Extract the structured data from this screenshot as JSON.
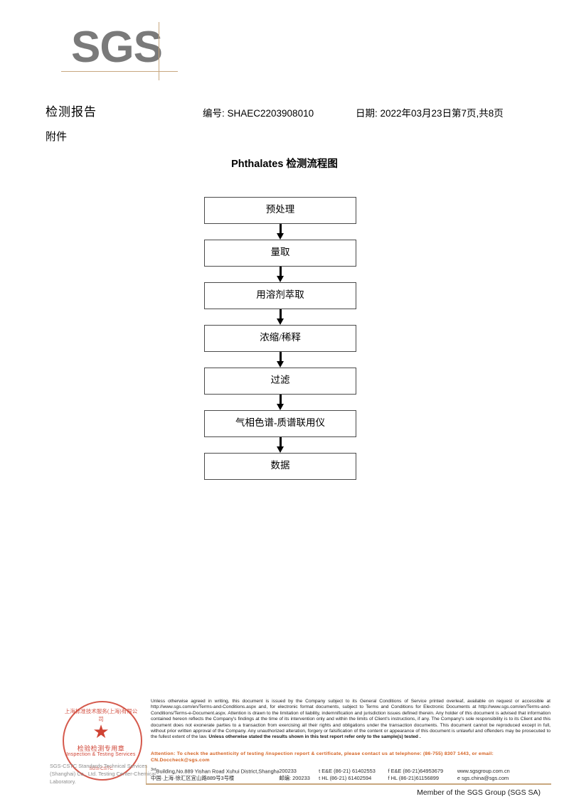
{
  "brand": {
    "wordmark": "SGS",
    "member_line": "Member of the SGS Group (SGS SA)",
    "rule_color": "#c8a77f",
    "wordmark_color": "#7a7a7a"
  },
  "header": {
    "report_title": "检测报告",
    "attachment_label": "附件",
    "report_no": "编号: SHAEC2203908010",
    "report_date": "日期: 2022年03月23日",
    "page_indicator": "第7页,共8页"
  },
  "flowchart": {
    "title": "Phthalates 检测流程图",
    "nodes": [
      {
        "label": "预处理"
      },
      {
        "label": "量取"
      },
      {
        "label": "用溶剂萃取"
      },
      {
        "label": "浓缩/稀释"
      },
      {
        "label": "过滤"
      },
      {
        "label": "气相色谱-质谱联用仪"
      },
      {
        "label": "数据"
      }
    ]
  },
  "stamp": {
    "arc_top": "上海标准技术服务(上海)有限公司",
    "star": "★",
    "cn_text": "检验检测专用章",
    "en_text": "Inspection & Testing Services",
    "arc_bottom": "SGS-CSTC",
    "color": "#cf4233"
  },
  "lab_name": "SGS-CSTC Standards Technical Services (Shanghai) Co., Ltd.  Testing Center-Chemical Laboratory.",
  "footer": {
    "legal_paragraph": "Unless otherwise agreed in writing, this document is issued by the Company subject to its General Conditions of Service printed overleaf, available on request or accessible at http://www.sgs.com/en/Terms-and-Conditions.aspx and, for electronic format documents, subject to Terms and Conditions for Electronic Documents at http://www.sgs.com/en/Terms-and-Conditions/Terms-e-Document.aspx. Attention is drawn to the limitation of liability, indemnification and jurisdiction issues defined therein. Any holder of this document is advised that information contained hereon reflects the Company's findings at the time of its intervention only and within the limits of Client's instructions, if any. The Company's sole responsibility is to its Client and this document does not exonerate parties to a transaction from exercising all their rights and obligations under the transaction documents. This document cannot be reproduced except in full, without prior written approval of the Company. Any unauthorized alteration, forgery or falsification of the content or appearance of this document is unlawful and offenders may be prosecuted to the fullest extent of the law. ",
    "legal_bold_tail": "Unless otherwise stated the results shown in this test report refer only to the sample(s) tested .",
    "attention": "Attention: To check the authenticity of testing /inspection report & certificate, please contact us at telephone: (86-755) 8307 1443, or email: CN.Doccheck@sgs.com",
    "attention_color": "#d4601f",
    "contact": {
      "address_en": "Building,No.889 Yishan Road Xuhui District,Shanghai China",
      "address_en_sup": "3",
      "address_en_sup_suffix": "rd",
      "address_cn": "中国·上海·徐汇区宜山路889号3号楼",
      "zip_en": "200233",
      "zip_cn": "邮编: 200233",
      "tel_row1_a": "t E&E (86-21) 61402553",
      "tel_row1_b": "f E&E (86-21)64953679",
      "tel_row2_a": "t HL (86-21) 61402594",
      "tel_row2_b": "f HL (86-21)61156899",
      "web": "www.sgsgroup.com.cn",
      "email": "e  sgs.china@sgs.com"
    }
  }
}
